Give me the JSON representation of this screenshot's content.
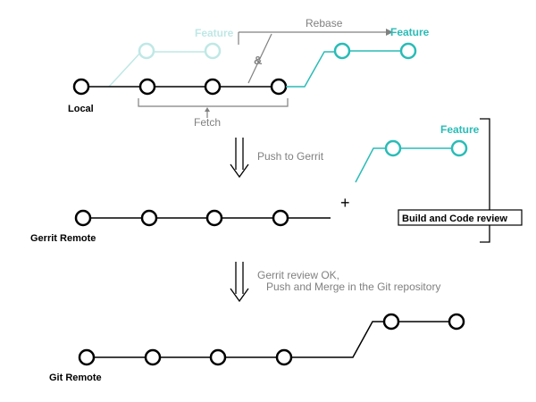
{
  "labels": {
    "local": "Local",
    "feature_local": "Feature",
    "feature_rebased": "Feature",
    "rebase": "Rebase",
    "ampersand": "&",
    "fetch": "Fetch",
    "push_to_gerrit": "Push to Gerrit",
    "feature_gerrit": "Feature",
    "plus": "+",
    "build_review": "Build and Code review",
    "gerrit_remote": "Gerrit Remote",
    "review_ok_line1": "Gerrit review OK,",
    "review_ok_line2": "Push and Merge in the Git repository",
    "git_remote": "Git Remote"
  },
  "colors": {
    "teal": "#2abcb7",
    "pale_teal": "#bfe8e6",
    "gray_text": "#808080",
    "black": "#000000"
  }
}
